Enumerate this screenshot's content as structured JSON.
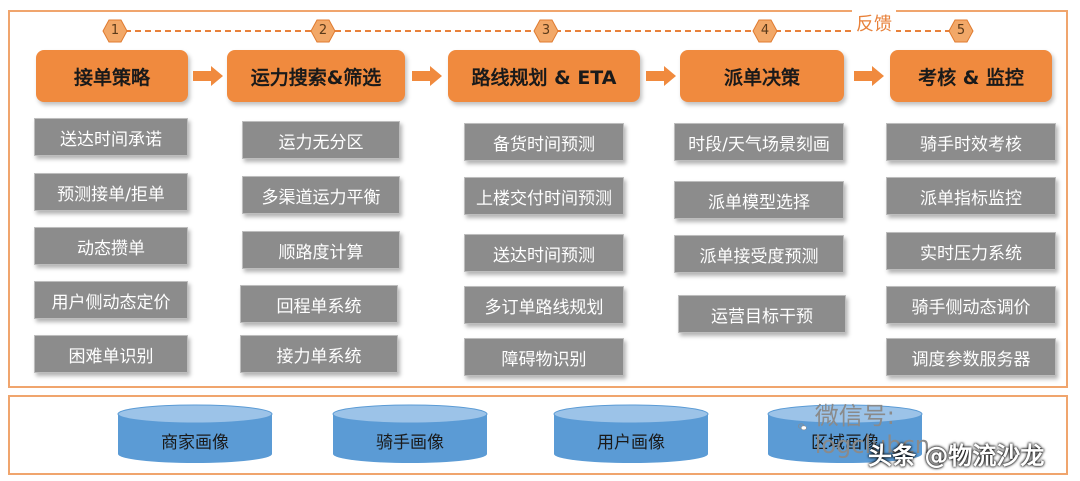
{
  "feedback": {
    "label": "反馈"
  },
  "markers": [
    "1",
    "2",
    "3",
    "4",
    "5"
  ],
  "stages": [
    {
      "title": "接单策略",
      "tasks": [
        "送达时间承诺",
        "预测接单/拒单",
        "动态攒单",
        "用户侧动态定价",
        "困难单识别"
      ]
    },
    {
      "title": "运力搜索&筛选",
      "tasks": [
        "运力无分区",
        "多渠道运力平衡",
        "顺路度计算",
        "回程单系统",
        "接力单系统"
      ]
    },
    {
      "title": "路线规划 & ETA",
      "tasks": [
        "备货时间预测",
        "上楼交付时间预测",
        "送达时间预测",
        "多订单路线规划",
        "障碍物识别"
      ]
    },
    {
      "title": "派单决策",
      "tasks": [
        "时段/天气场景刻画",
        "派单模型选择",
        "派单接受度预测",
        "运营目标干预"
      ]
    },
    {
      "title": "考核 & 监控",
      "tasks": [
        "骑手时效考核",
        "派单指标监控",
        "实时压力系统",
        "骑手侧动态调价",
        "调度参数服务器"
      ]
    }
  ],
  "profiles": [
    "商家画像",
    "骑手画像",
    "用户画像",
    "区域画像"
  ],
  "watermark": {
    "wechat": "微信号: logclubcn",
    "overlay": "头条 @物流沙龙"
  },
  "colors": {
    "stage": "#f08a3e",
    "task": "#8c8c8c",
    "cylinder": "#5b9bd5",
    "frame": "#f0a56d"
  }
}
